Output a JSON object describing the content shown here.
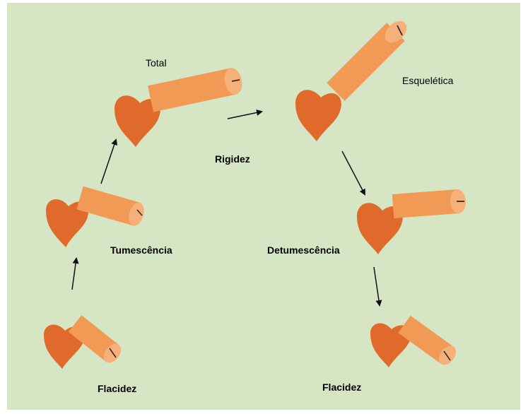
{
  "colors": {
    "background": "#d6e5c3",
    "shaft": "#f09a55",
    "shaft_end": "#f6b07a",
    "base": "#e06a2c",
    "tip_mark": "#3a2a20",
    "arrow": "#111111"
  },
  "labels": {
    "total": "Total",
    "esqueletica": "Esquelética",
    "rigidez": "Rigidez",
    "tumescencia": "Tumescência",
    "detumescencia": "Detumescência",
    "flacidez_left": "Flacidez",
    "flacidez_right": "Flacidez"
  },
  "stages": [
    {
      "id": "flacidez-left",
      "icon": "flaccid-organ-icon"
    },
    {
      "id": "tumescencia",
      "icon": "tumescent-organ-icon"
    },
    {
      "id": "total",
      "icon": "total-rigid-organ-icon"
    },
    {
      "id": "esqueletica",
      "icon": "skeletal-rigid-organ-icon"
    },
    {
      "id": "detumescencia",
      "icon": "detumescent-organ-icon"
    },
    {
      "id": "flacidez-right",
      "icon": "flaccid-organ-icon"
    }
  ]
}
